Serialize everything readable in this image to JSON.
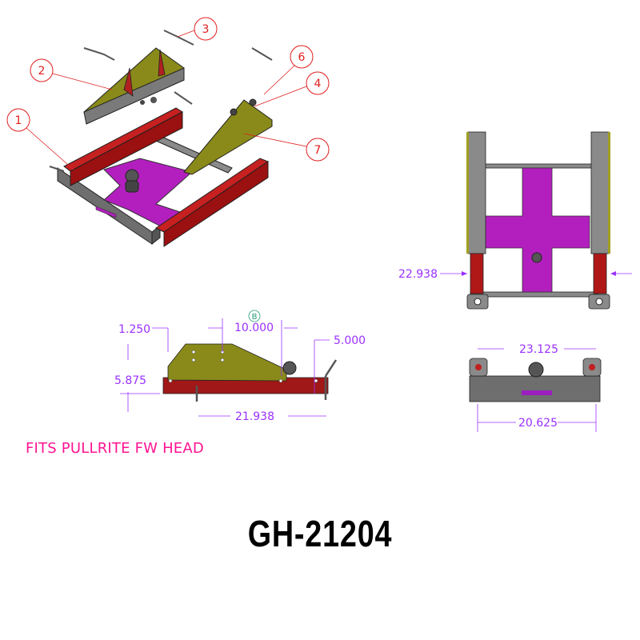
{
  "drawing": {
    "part_number": "GH-21204",
    "note": "FITS PULLRITE FW HEAD",
    "colors": {
      "dimension": "#9b30ff",
      "balloon": "#e02020",
      "note": "#ff1493",
      "frame_red": "#a01818",
      "plate_purple": "#b31fbf",
      "bracket_olive": "#8a8a1a",
      "steel_gray": "#7a7a7a"
    }
  },
  "isometric_view": {
    "balloons": [
      {
        "id": "1",
        "label": "1"
      },
      {
        "id": "2",
        "label": "2"
      },
      {
        "id": "3",
        "label": "3"
      },
      {
        "id": "4",
        "label": "4"
      },
      {
        "id": "6",
        "label": "6"
      },
      {
        "id": "7",
        "label": "7"
      }
    ]
  },
  "side_view": {
    "datum": "B",
    "dimensions": {
      "hole_offset": "1.250",
      "hole_spacing": "10.000",
      "ball_height": "5.000",
      "overall_height": "5.875",
      "leg_spacing": "21.938"
    }
  },
  "top_view": {
    "dimensions": {
      "rail_width": "22.938"
    }
  },
  "front_view": {
    "dimensions": {
      "bracket_span": "23.125",
      "base_span": "20.625"
    }
  }
}
